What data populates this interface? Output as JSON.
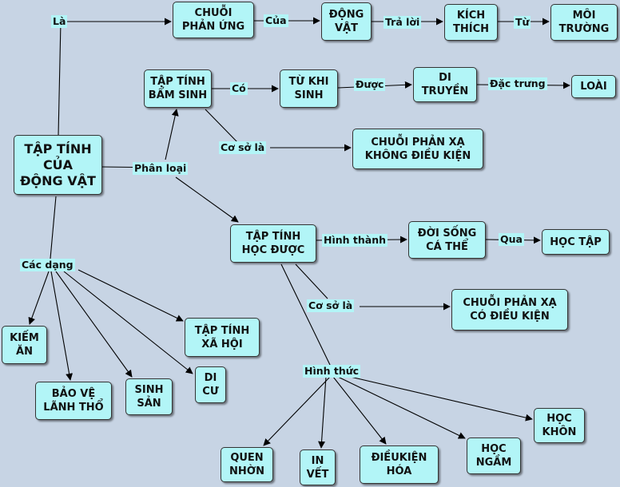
{
  "nodes": {
    "root": "TẬP TÍNH\nCỦA\nĐỘNG VẬT",
    "chuoi_phan_ung": "CHUỖI\nPHẢN ỨNG",
    "dong_vat": "ĐỘNG\nVẬT",
    "kich_thich": "KÍCH\nTHÍCH",
    "moi_truong": "MÔI\nTRƯỜNG",
    "bam_sinh": "TẬP TÍNH\nBẨM SINH",
    "tu_khi_sinh": "TỪ KHI\nSINH",
    "di_truyen": "DI\nTRUYỀN",
    "loai": "LOÀI",
    "khong_dieu_kien": "CHUỖI PHẢN XẠ\nKHÔNG ĐIỀU KIỆN",
    "hoc_duoc": "TẬP TÍNH\nHỌC ĐƯỢC",
    "doi_song": "ĐỜI SỐNG\nCÁ THỂ",
    "hoc_tap": "HỌC TẬP",
    "co_dieu_kien": "CHUỖI PHẢN XẠ\nCÓ ĐIỀU KIỆN",
    "kiem_an": "KIẾM\nĂN",
    "xa_hoi": "TẬP TÍNH\nXÃ HỘI",
    "bao_ve": "BẢO VỆ\nLÃNH THỔ",
    "sinh_san": "SINH\nSẢN",
    "di_cu": "DI\nCƯ",
    "quen_nhon": "QUEN\nNHỜN",
    "in_vet": "IN\nVẾT",
    "dieu_kien_hoa": "ĐIỀUKIỆN\nHÓA",
    "hoc_ngam": "HỌC\nNGẦM",
    "hoc_khon": "HỌC\nKHÔN"
  },
  "labels": {
    "la": "Là",
    "cua": "Của",
    "tra_loi": "Trả lời",
    "tu": "Từ",
    "co": "Có",
    "duoc": "Được",
    "dac_trung": "Đặc trưng",
    "co_so_la_1": "Cơ sở là",
    "phan_loai": "Phân loại",
    "hinh_thanh": "Hình thành",
    "qua": "Qua",
    "co_so_la_2": "Cơ sở là",
    "cac_dang": "Các dạng",
    "hinh_thuc": "Hình thức"
  },
  "colors": {
    "background": "#c7d4e4",
    "node_fill": "#b2f5f7",
    "line": "#000000"
  }
}
